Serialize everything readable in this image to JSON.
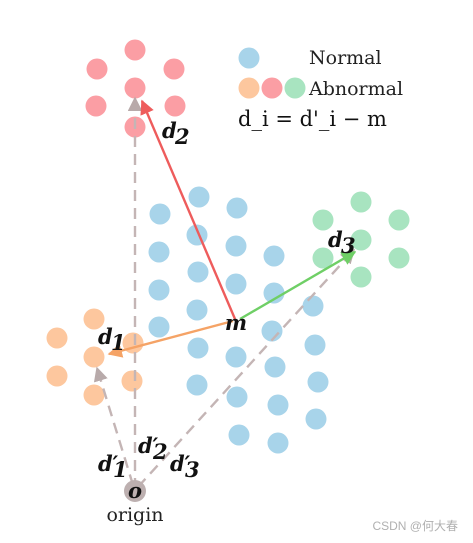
{
  "legend": {
    "normal_label": "Normal",
    "abnormal_label": "Abnormal",
    "formula": "d_i = d'_i − m"
  },
  "labels": {
    "m": "m",
    "o": "o",
    "origin": "origin",
    "d1": "d",
    "d2": "d",
    "d3": "d",
    "d1_sub": "1",
    "d2_sub": "2",
    "d3_sub": "3",
    "d1p": "d′",
    "d2p": "d′",
    "d3p": "d′"
  },
  "watermark": "CSDN @何大春",
  "colors": {
    "normal": "#a8d4ea",
    "abnormal_orange": "#fdc79e",
    "abnormal_red": "#fb9ea4",
    "abnormal_green": "#a8e4c0",
    "arrow_red": "#ee5c5c",
    "arrow_orange": "#f5a366",
    "arrow_green": "#6fcf66",
    "dashed": "#c4b5b5",
    "origin": "#bdb0b0"
  }
}
